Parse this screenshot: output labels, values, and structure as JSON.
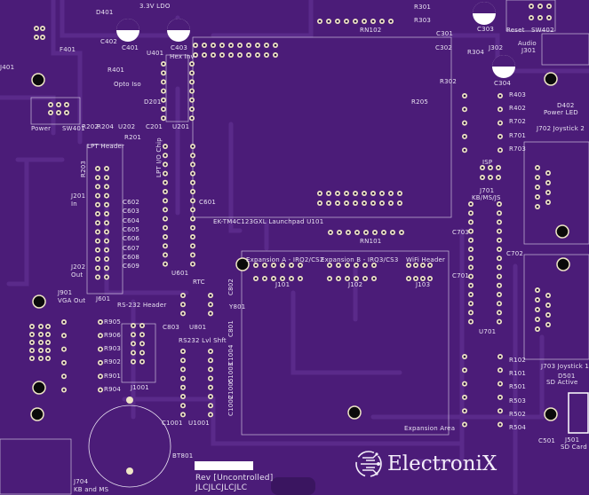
{
  "board": {
    "colors": {
      "substrate": "#4b1c78",
      "trace": "#5a2a8a",
      "silkscreen": "#e9e2f2",
      "pad": "#efe6c6",
      "hole": "#0a0a0a"
    },
    "logo_text": "ElectroniX",
    "revision": "Rev [Uncontrolled]",
    "order_mark": "JLCJLCJLCJLC"
  },
  "labels": {
    "D401": "D401",
    "LDO": "3.3V LDO",
    "C402": "C402",
    "F401": "F401",
    "C401": "C401",
    "U401": "U401",
    "C403": "C403",
    "J401": "J401",
    "HexInv": "Hex Inv",
    "R401": "R401",
    "OptoIso": "Opto Iso",
    "D201": "D201",
    "Power": "Power",
    "SW401": "SW401",
    "R202": "R202",
    "R204": "R204",
    "U202": "U202",
    "C201": "C201",
    "U201": "U201",
    "R201": "R201",
    "LPTHeader": "LPT Header",
    "LPTChip": "LPT I/O Chip",
    "R203": "R203",
    "J201": "J201",
    "In": "In",
    "C602": "C602",
    "C603": "C603",
    "C604": "C604",
    "C605": "C605",
    "C606": "C606",
    "C607": "C607",
    "C608": "C608",
    "C609": "C609",
    "C601": "C601",
    "J202": "J202",
    "Out": "Out",
    "J601": "J601",
    "U601": "U601",
    "J901": "J901",
    "VGAOut": "VGA Out",
    "RS232Header": "RS-232 Header",
    "RTC": "RTC",
    "C802": "C802",
    "Y801": "Y801",
    "C803": "C803",
    "U801": "U801",
    "C801": "C801",
    "RS232Lvl": "RS232 Lvl Shft",
    "R905": "R905",
    "R906": "R906",
    "R903": "R903",
    "R902": "R902",
    "R901": "R901",
    "R904": "R904",
    "J1001": "J1001",
    "C1004": "C1004",
    "C1003": "C1003",
    "C1005": "C1005",
    "C1002": "C1002",
    "C1001": "C1001",
    "U1001": "U1001",
    "BT801": "BT801",
    "J704": "J704",
    "KBMS": "KB and MS",
    "Launchpad": "EK-TM4C123GXL Launchpad U101",
    "RN101": "RN101",
    "ExpA": "Expansion A - IRQ2/CS2",
    "ExpB": "Expansion B - IRQ3/CS3",
    "WiFi": "WiFi Header",
    "J101": "J101",
    "J102": "J102",
    "J103": "J103",
    "ExpArea": "Expansion Area",
    "RN102": "RN102",
    "R301": "R301",
    "R303": "R303",
    "C301": "C301",
    "C302": "C302",
    "R304": "R304",
    "J302": "J302",
    "C303": "C303",
    "Reset": "Reset",
    "SW402": "SW402",
    "Audio": "Audio",
    "J301": "J301",
    "R302": "R302",
    "C304": "C304",
    "R205": "R205",
    "R403": "R403",
    "R402": "R402",
    "R702": "R702",
    "R701": "R701",
    "R703": "R703",
    "D402": "D402",
    "PowerLED": "Power LED",
    "J702": "J702 Joystick 2",
    "ISP": "ISP",
    "J701": "J701",
    "KBMSJS": "KB/MS/JS",
    "C703": "C703",
    "C702": "C702",
    "C701": "C701",
    "U701": "U701",
    "J703": "J703 Joystick 1",
    "R102": "R102",
    "R101": "R101",
    "R501": "R501",
    "R503": "R503",
    "R502": "R502",
    "R504": "R504",
    "D501": "D501",
    "SDActive": "SD Active",
    "J501": "J501",
    "SDCard": "SD Card",
    "C501": "C501"
  }
}
